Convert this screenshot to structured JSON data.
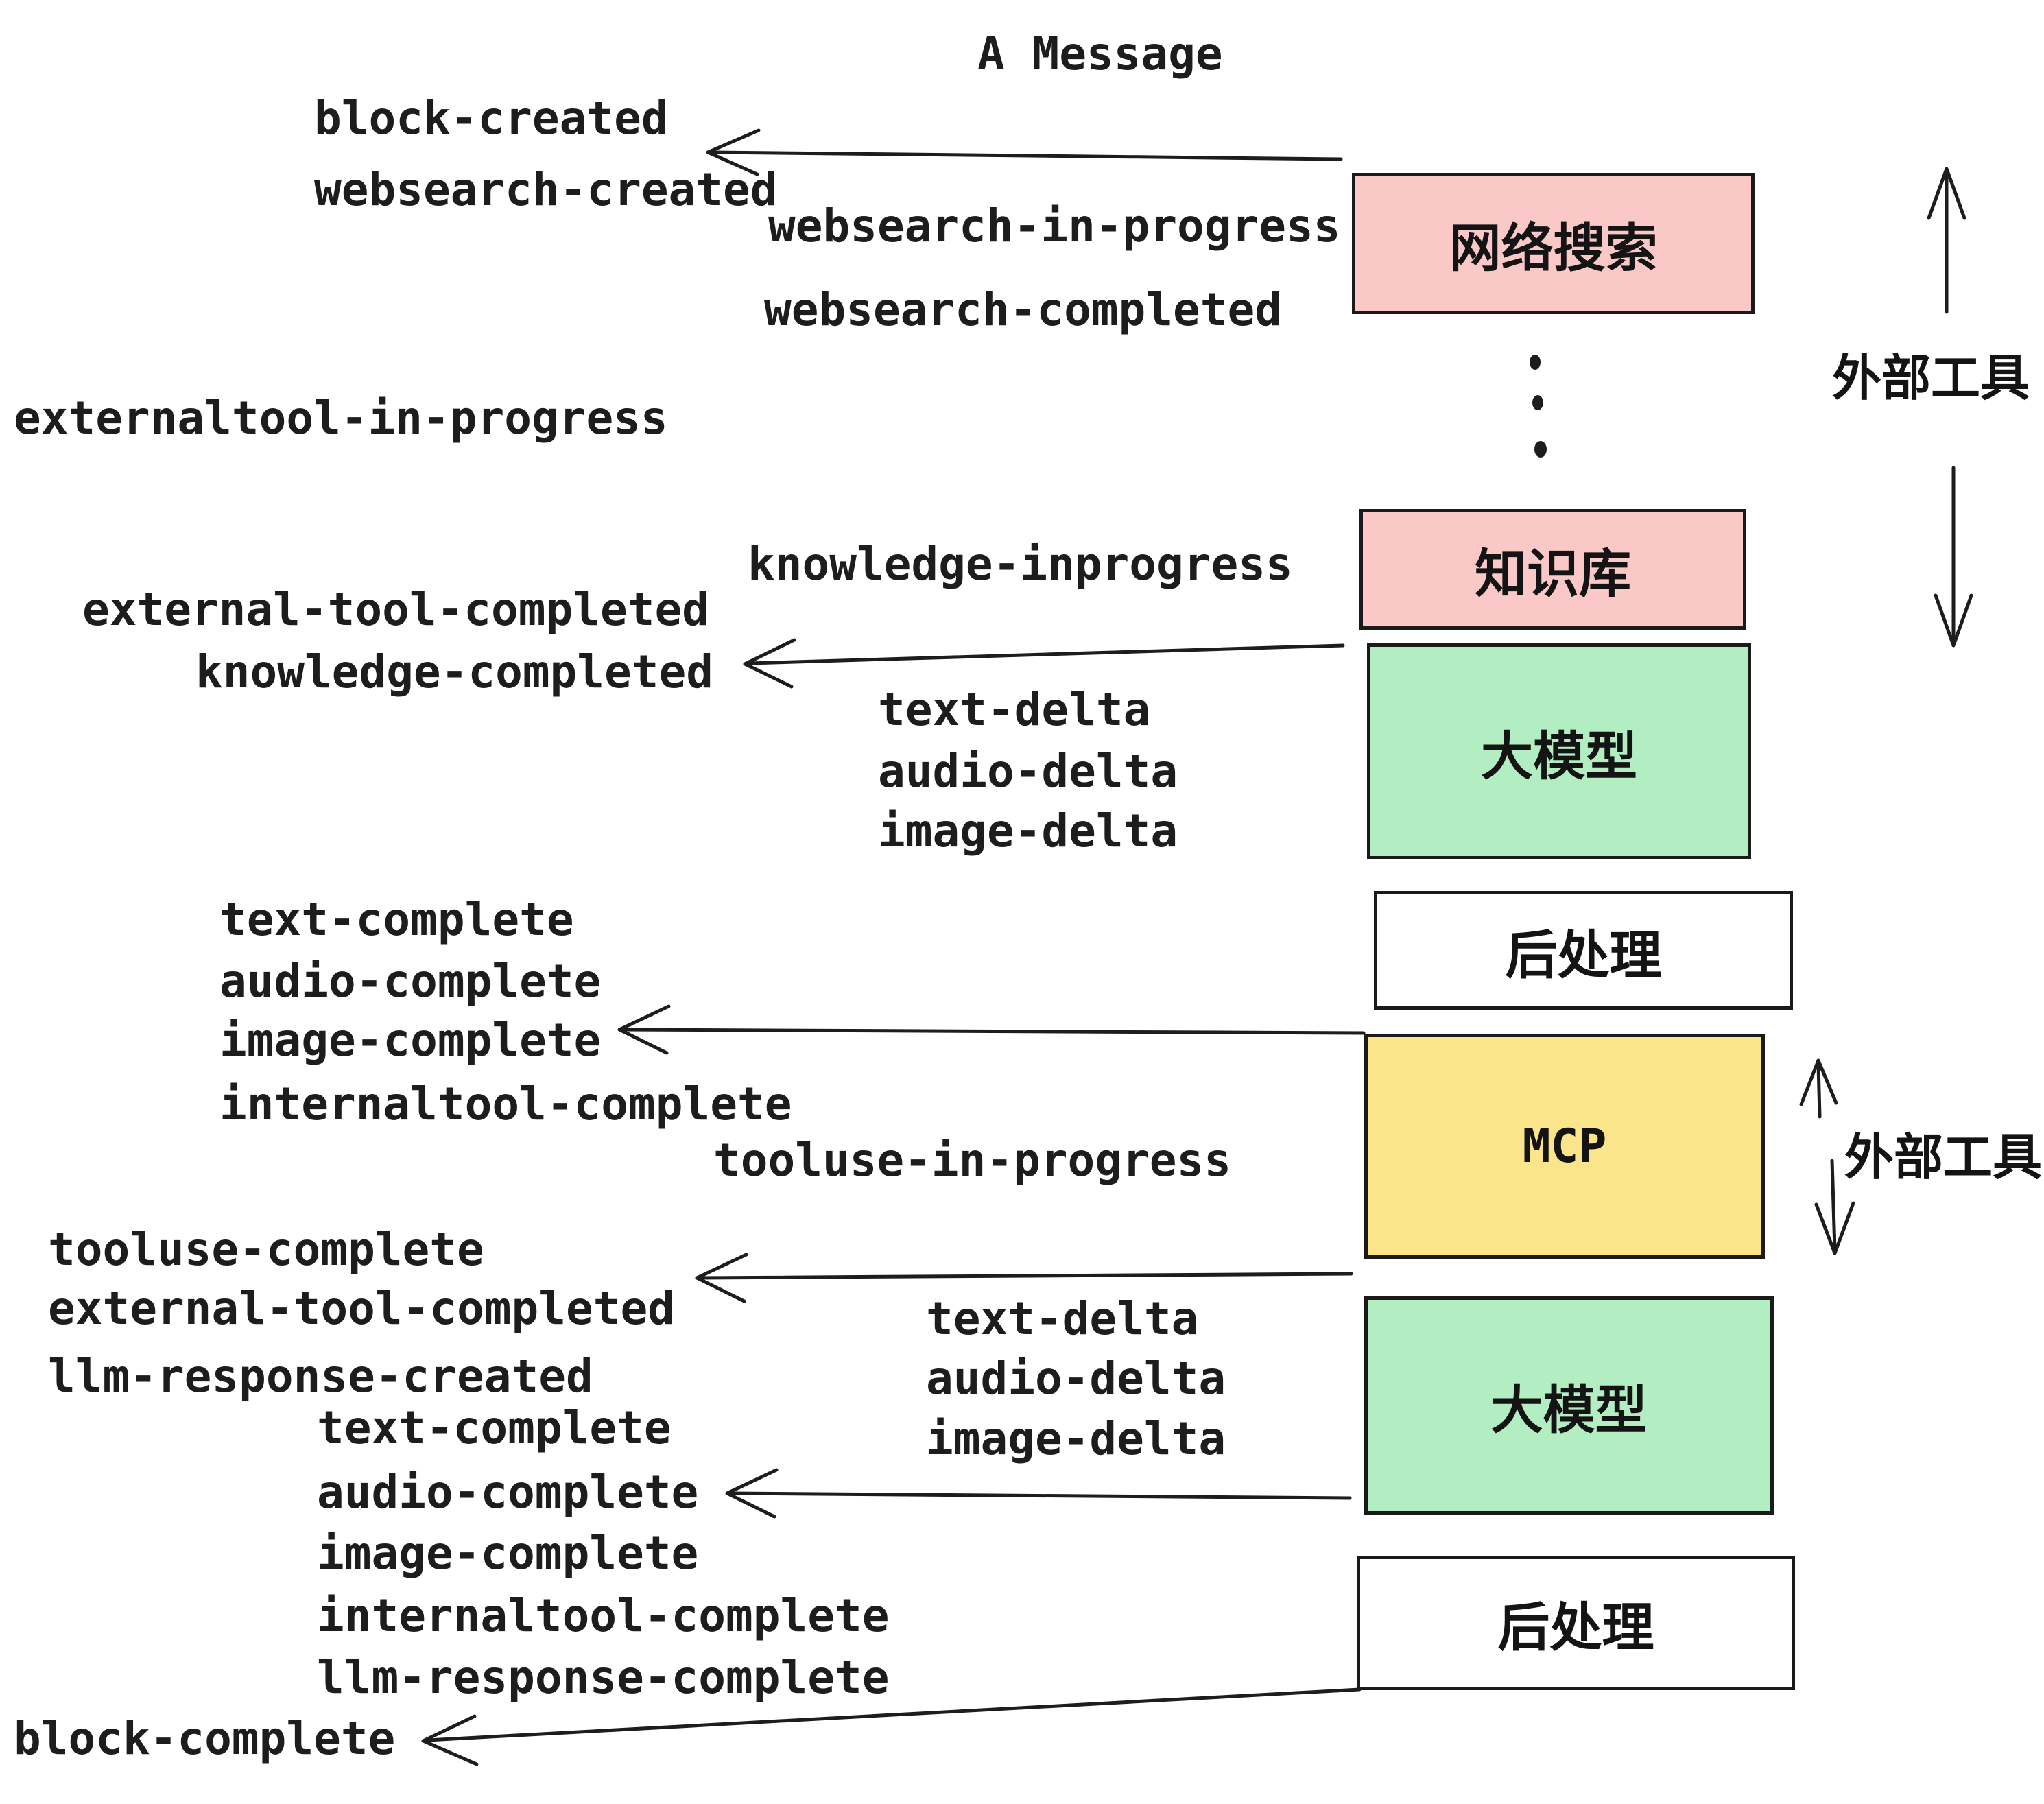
{
  "title": "A Message",
  "events": [
    {
      "id": "block-created",
      "text": "block-created"
    },
    {
      "id": "websearch-created",
      "text": "websearch-created"
    },
    {
      "id": "websearch-in-progress",
      "text": "websearch-in-progress"
    },
    {
      "id": "websearch-completed",
      "text": "websearch-completed"
    },
    {
      "id": "externaltool-in-progress",
      "text": "externaltool-in-progress"
    },
    {
      "id": "knowledge-inprogress",
      "text": "knowledge-inprogress"
    },
    {
      "id": "external-tool-completed",
      "text": "external-tool-completed"
    },
    {
      "id": "knowledge-completed",
      "text": "knowledge-completed"
    },
    {
      "id": "text-delta-1",
      "text": "text-delta"
    },
    {
      "id": "audio-delta-1",
      "text": "audio-delta"
    },
    {
      "id": "image-delta-1",
      "text": "image-delta"
    },
    {
      "id": "text-complete-1",
      "text": "text-complete"
    },
    {
      "id": "audio-complete-1",
      "text": "audio-complete"
    },
    {
      "id": "image-complete-1",
      "text": "image-complete"
    },
    {
      "id": "internaltool-complete-1",
      "text": "internaltool-complete"
    },
    {
      "id": "tooluse-in-progress",
      "text": "tooluse-in-progress"
    },
    {
      "id": "tooluse-complete",
      "text": "tooluse-complete"
    },
    {
      "id": "external-tool-completed-2",
      "text": "external-tool-completed"
    },
    {
      "id": "llm-response-created",
      "text": "llm-response-created"
    },
    {
      "id": "text-delta-2",
      "text": "text-delta"
    },
    {
      "id": "audio-delta-2",
      "text": "audio-delta"
    },
    {
      "id": "image-delta-2",
      "text": "image-delta"
    },
    {
      "id": "text-complete-2",
      "text": "text-complete"
    },
    {
      "id": "audio-complete-2",
      "text": "audio-complete"
    },
    {
      "id": "image-complete-2",
      "text": "image-complete"
    },
    {
      "id": "internaltool-complete-2",
      "text": "internaltool-complete"
    },
    {
      "id": "llm-response-complete",
      "text": "llm-response-complete"
    },
    {
      "id": "block-complete",
      "text": "block-complete"
    }
  ],
  "boxes": [
    {
      "id": "websearch-box",
      "label": "网络搜索",
      "fill": "#fac8c7"
    },
    {
      "id": "knowledge-base-box",
      "label": "知识库",
      "fill": "#fac8c7"
    },
    {
      "id": "llm-box-1",
      "label": "大模型",
      "fill": "#b2eec2"
    },
    {
      "id": "postprocess-box-1",
      "label": "后处理",
      "fill": "#ffffff"
    },
    {
      "id": "mcp-box",
      "label": "MCP",
      "fill": "#fbe58a"
    },
    {
      "id": "llm-box-2",
      "label": "大模型",
      "fill": "#b2eec2"
    },
    {
      "id": "postprocess-box-2",
      "label": "后处理",
      "fill": "#ffffff"
    }
  ],
  "side_labels": [
    "外部工具",
    "外部工具"
  ],
  "icons": [
    "arrow-to-block-created",
    "arrow-to-knowledge-completed",
    "arrow-to-image-complete",
    "arrow-to-tooluse-complete",
    "arrow-to-audio-complete",
    "arrow-to-block-complete",
    "external-tools-up-arrow-top",
    "external-tools-down-arrow-top",
    "external-tools-up-arrow-mcp",
    "external-tools-down-arrow-mcp",
    "vertical-ellipsis-dots"
  ],
  "colors": {
    "pink": "#fac8c7",
    "green": "#b2eec2",
    "yellow": "#fbe58a",
    "white": "#ffffff",
    "ink": "#1d1d1d",
    "border": "#1a1a1a",
    "background": "#ffffff"
  }
}
